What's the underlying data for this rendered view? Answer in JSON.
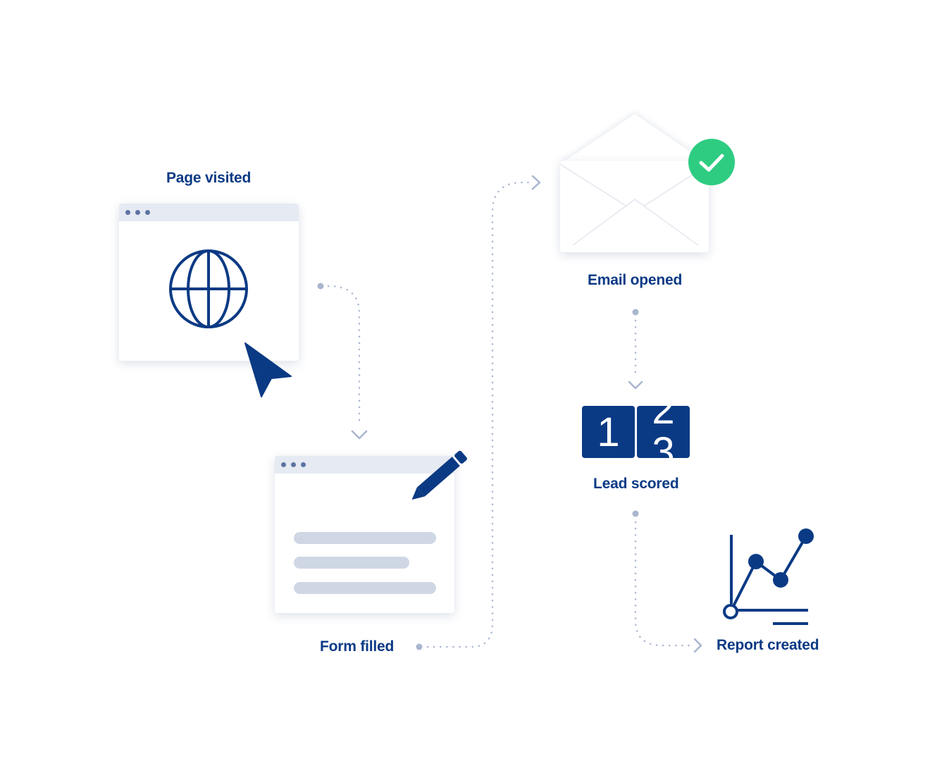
{
  "steps": {
    "page_visited": "Page visited",
    "email_opened": "Email opened",
    "form_filled": "Form filled",
    "lead_scored": "Lead scored",
    "report_created": "Report created"
  },
  "score": {
    "left_digit": "1",
    "right_digit_top": "2",
    "right_digit_bottom": "3"
  },
  "colors": {
    "primary": "#0b3a84",
    "accent_green": "#2ecc81",
    "connector": "#a9b6cf",
    "window_bar": "#e6eaf2",
    "placeholder": "#cfd7e5"
  }
}
